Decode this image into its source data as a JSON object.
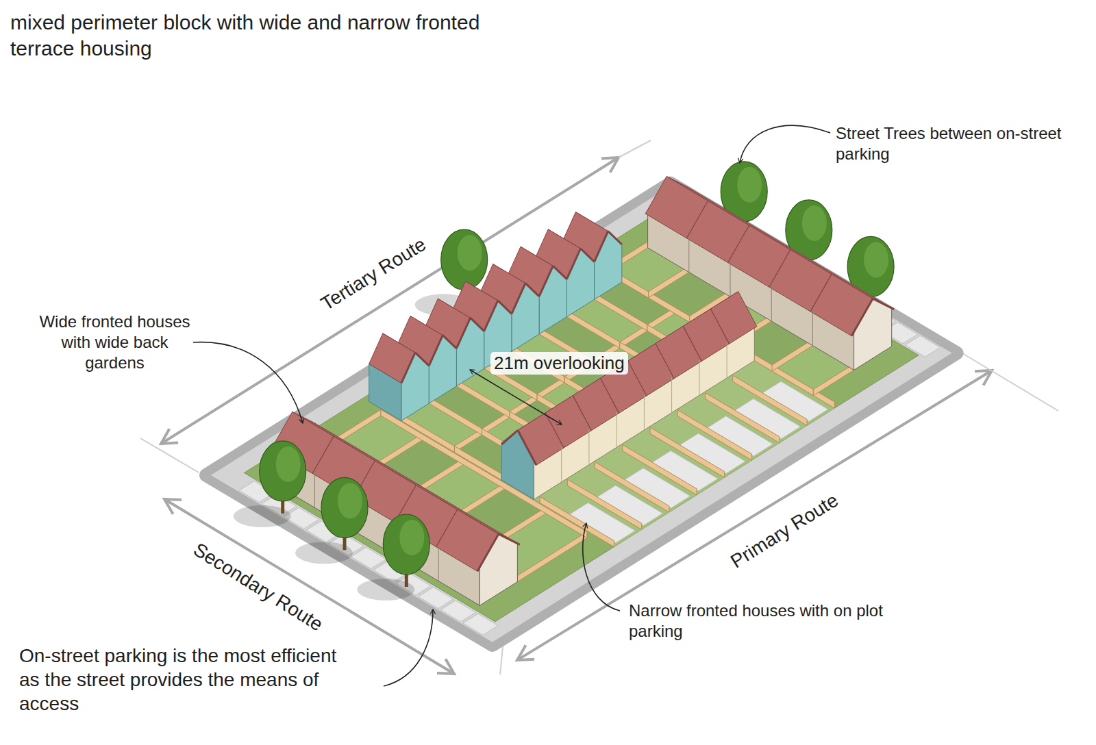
{
  "diagram": {
    "title": "mixed perimeter block with wide and narrow fronted terrace housing",
    "labels": [
      "Street Trees between on-street parking",
      "Tertiary Route",
      "Wide fronted houses with wide back gardens",
      "21m overlooking",
      "Primary Route",
      "Secondary Route",
      "Narrow fronted houses with on plot parking",
      "On-street parking is the most efficient as the street provides the means of access"
    ]
  }
}
